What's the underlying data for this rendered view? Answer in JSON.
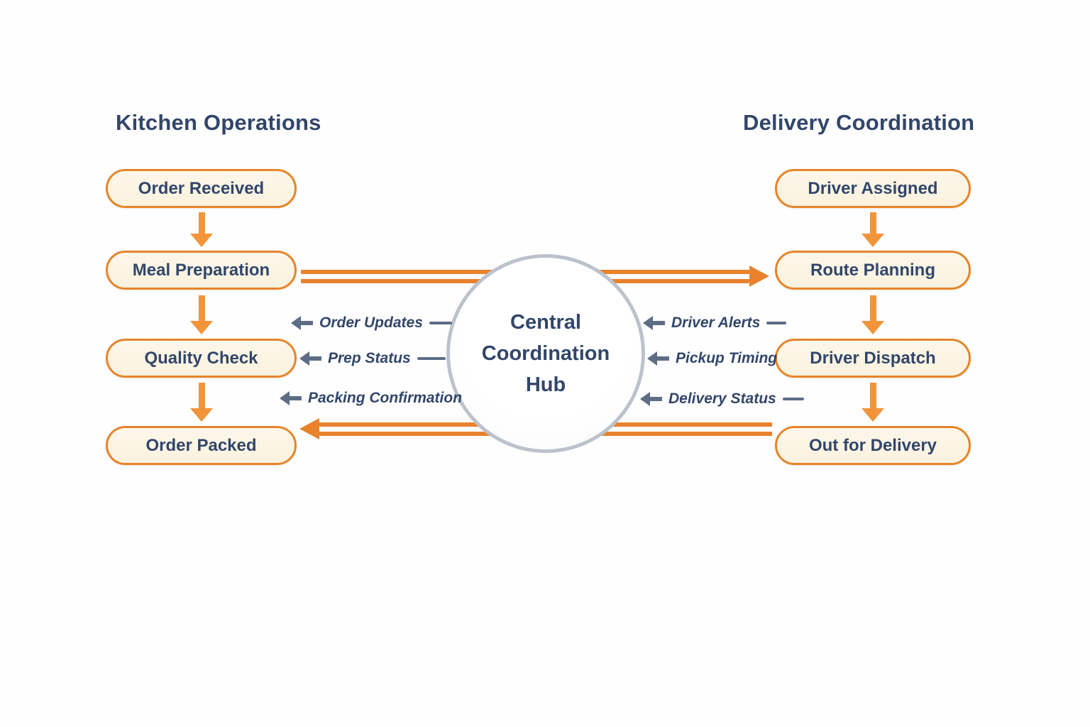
{
  "diagram": {
    "title_left": "Kitchen Operations",
    "title_right": "Delivery Coordination",
    "left_section": {
      "steps": [
        "Order Received",
        "Meal Preparation",
        "Quality Check",
        "Order Packed"
      ]
    },
    "right_section": {
      "steps": [
        "Driver Assigned",
        "Route Planning",
        "Driver Dispatch",
        "Out for Delivery"
      ]
    },
    "hub": {
      "label": "Central Coordination Hub",
      "lines": [
        "Central",
        "Coordination",
        "Hub"
      ]
    },
    "feedback": {
      "left": [
        "Order Updates",
        "Prep Status",
        "Packing Confirmation"
      ],
      "right": [
        "Driver Alerts",
        "Pickup Timing",
        "Delivery Status"
      ]
    },
    "flows": {
      "top_channel": "Meal Preparation to Route Planning",
      "bottom_channel": "Out for Delivery to Order Packed"
    },
    "colors": {
      "navy_text": "#32466a",
      "box_fill": "#fbf2de",
      "box_border": "#e6852b",
      "flow_arrow": "#f1943a",
      "channel_orange": "#e8822c",
      "hub_border": "#bcc2cc",
      "feedback_slate": "#5d6d86"
    }
  }
}
